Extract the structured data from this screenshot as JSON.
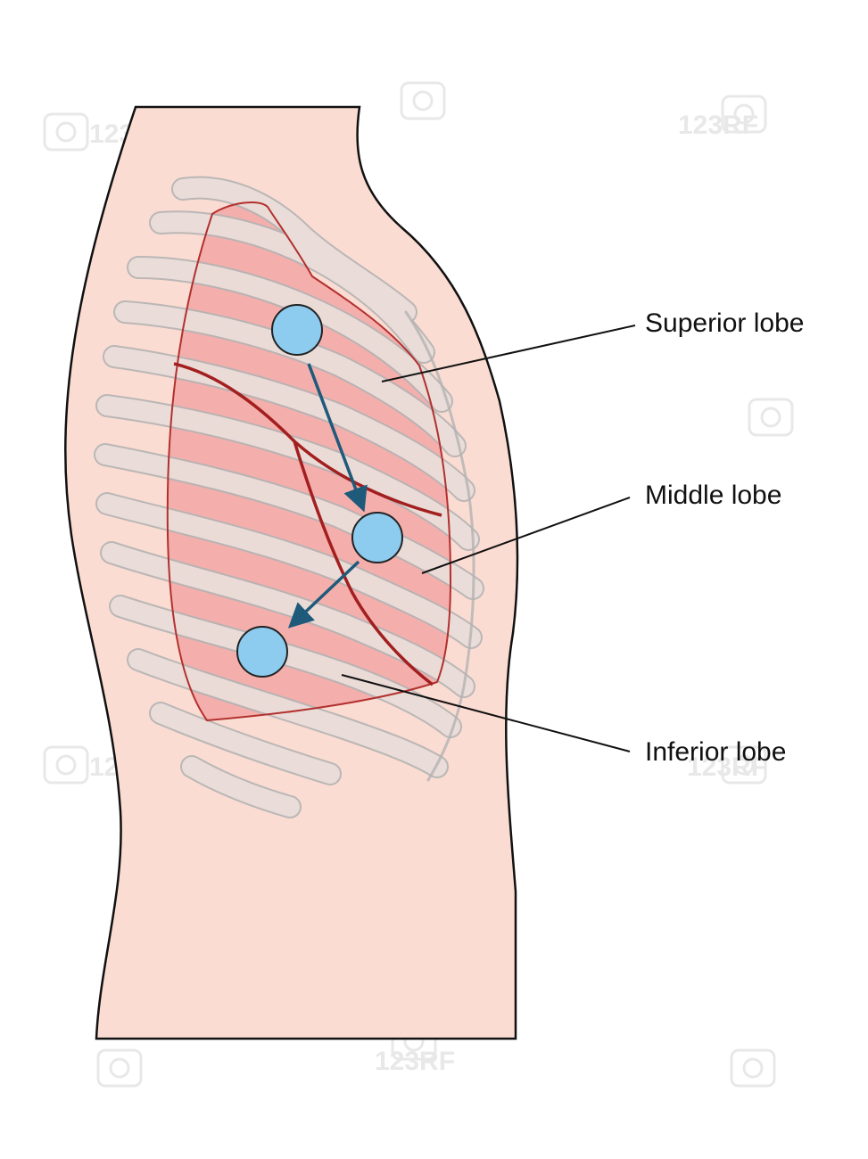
{
  "labels": {
    "superior": "Superior lobe",
    "middle": "Middle lobe",
    "inferior": "Inferior lobe"
  },
  "watermark": {
    "text": "123RF"
  },
  "colors": {
    "background": "#ffffff",
    "body_skin": "#fbdcd2",
    "lung_fill": "#f2a7a6",
    "lung_outline": "#b2302e",
    "fissure": "#a31f1f",
    "rib_fill": "#fbe9e4",
    "rib_outline": "#b3b3b3",
    "marker_fill": "#8dcbef",
    "marker_outline": "#222222",
    "arrow": "#1f5a7a",
    "leader_line": "#111111"
  },
  "icons": {
    "marker": "circle-marker-icon",
    "arrow": "arrow-down-icon",
    "watermark": "camera-icon"
  }
}
